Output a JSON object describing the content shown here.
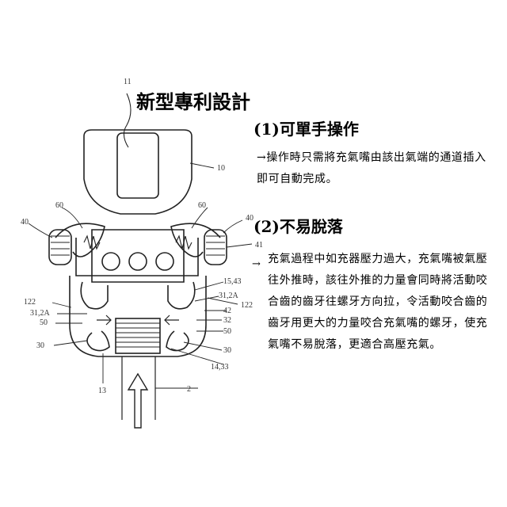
{
  "title": "新型專利設計",
  "features": [
    {
      "heading": "(1)可單手操作",
      "text": "→操作時只需將充氣嘴由該出氣端的通道插入即可自動完成。"
    },
    {
      "heading": "(2)不易脫落",
      "text": "充氣過程中如充器壓力過大，充氣嘴被氣壓往外推時，該往外推的力量會同時將活動咬合齒的齒牙往螺牙方向拉，令活動咬合齒的齒牙用更大的力量咬合充氣嘴的螺牙，使充氣嘴不易脫落，更適合高壓充氣。"
    }
  ],
  "callouts": {
    "c11": "11",
    "c10": "10",
    "c60l": "60",
    "c60r": "60",
    "c40l": "40",
    "c40r": "40",
    "c41": "41",
    "c1543": "15,43",
    "c312a_r": "31,2A",
    "c42": "42",
    "c122_r": "122",
    "c32": "32",
    "c50_r": "50",
    "c30_r": "30",
    "c1433": "14,33",
    "c2": "2",
    "c122_l": "122",
    "c312a_l": "31,2A",
    "c50_l": "50",
    "c30_l": "30",
    "c13": "13"
  }
}
